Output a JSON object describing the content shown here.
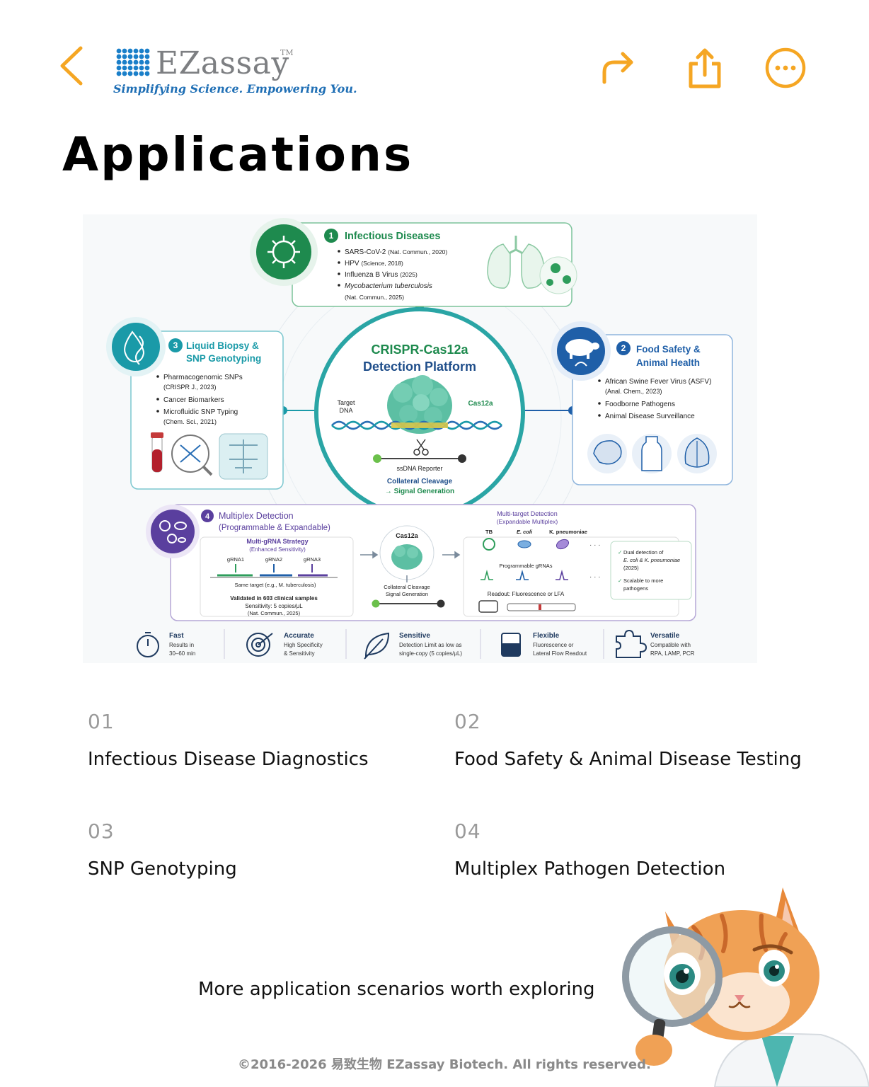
{
  "header": {
    "back_icon": "chevron-left-icon",
    "logo_text": "EZassay",
    "logo_tm": "TM",
    "tagline": "Simplifying Science. Empowering You.",
    "forward_icon": "forward-arrow-icon",
    "share_icon": "share-icon",
    "more_icon": "more-icon",
    "accent_color": "#f5a623"
  },
  "page_title": "Applications",
  "infographic": {
    "center": {
      "title_line1": "CRISPR-Cas12a",
      "title_line2": "Detection Platform",
      "target_label_1": "Target",
      "target_label_2": "DNA",
      "cas_label": "Cas12a",
      "reporter_label": "ssDNA Reporter",
      "cleavage_1": "Collateral Cleavage",
      "cleavage_2": "→ Signal Generation"
    },
    "infectious": {
      "number": "1",
      "title": "Infectious Diseases",
      "items": [
        {
          "main": "SARS-CoV-2",
          "ref": "(Nat. Commun., 2020)"
        },
        {
          "main": "HPV",
          "ref": "(Science, 2018)"
        },
        {
          "main": "Influenza B Virus",
          "ref": "(2025)"
        },
        {
          "main": "Mycobacterium tuberculosis",
          "ref": ""
        }
      ],
      "tb_ref": "(Nat. Commun., 2025)"
    },
    "liquid": {
      "number": "3",
      "title_1": "Liquid Biopsy &",
      "title_2": "SNP Genotyping",
      "item1": "Pharmacogenomic SNPs",
      "item1_ref": "(CRISPR J., 2023)",
      "item2": "Cancer Biomarkers",
      "item3": "Microfluidic SNP Typing",
      "item3_ref": "(Chem. Sci., 2021)"
    },
    "food": {
      "number": "2",
      "title_1": "Food Safety &",
      "title_2": "Animal Health",
      "item1": "African Swine Fever Virus (ASFV)",
      "item1_ref": "(Anal. Chem., 2023)",
      "item2": "Foodborne Pathogens",
      "item3": "Animal Disease Surveillance"
    },
    "multiplex": {
      "number": "4",
      "title_1": "Multiplex Detection",
      "title_2": "(Programmable & Expandable)",
      "strategy_1": "Multi-gRNA Strategy",
      "strategy_2": "(Enhanced Sensitivity)",
      "grnas": [
        "gRNA1",
        "gRNA2",
        "gRNA3"
      ],
      "same_target": "Same target (e.g., M. tuberculosis)",
      "validated_1": "Validated in 603 clinical samples",
      "validated_2": "Sensitivity: 5 copies/μL",
      "validated_3": "(Nat. Commun., 2025)",
      "cas_label": "Cas12a",
      "cleave_1": "Collateral Cleavage",
      "cleave_2": "Signal Generation",
      "mt_title_1": "Multi-target Detection",
      "mt_title_2": "(Expandable Multiplex)",
      "targets": [
        "TB",
        "E. coli",
        "K. pneumoniae"
      ],
      "ellipsis": "· · ·",
      "prog_grnas": "Programmable gRNAs",
      "readout": "Readout: Fluorescence or LFA",
      "note_1": "Dual detection of",
      "note_2": "E. coli & K. pneumoniae",
      "note_3": "(2025)",
      "note_4": "Scalable to more",
      "note_5": "pathogens"
    },
    "features": [
      {
        "icon": "stopwatch-icon",
        "title": "Fast",
        "line1": "Results in",
        "line2": "30–60 min"
      },
      {
        "icon": "target-icon",
        "title": "Accurate",
        "line1": "High Specificity",
        "line2": "& Sensitivity"
      },
      {
        "icon": "leaf-icon",
        "title": "Sensitive",
        "line1": "Detection Limit as low as",
        "line2": "single-copy (5 copies/μL)"
      },
      {
        "icon": "device-icon",
        "title": "Flexible",
        "line1": "Fluorescence or",
        "line2": "Lateral Flow Readout"
      },
      {
        "icon": "puzzle-icon",
        "title": "Versatile",
        "line1": "Compatible with",
        "line2": "RPA, LAMP, PCR"
      }
    ],
    "colors": {
      "green": "#1e8a4e",
      "teal": "#1a9aa8",
      "blue": "#1f5fa8",
      "purple": "#5a3f9e"
    }
  },
  "applications": [
    {
      "number": "01",
      "label": "Infectious Disease Diagnostics"
    },
    {
      "number": "02",
      "label": "Food Safety & Animal Disease Testing"
    },
    {
      "number": "03",
      "label": "SNP Genotyping"
    },
    {
      "number": "04",
      "label": "Multiplex Pathogen Detection"
    }
  ],
  "explore_text": "More application scenarios worth exploring",
  "footer": "©2016-2026 易致生物 EZassay Biotech. All rights reserved.",
  "mascot_icon": "cat-scientist-magnifier-icon"
}
